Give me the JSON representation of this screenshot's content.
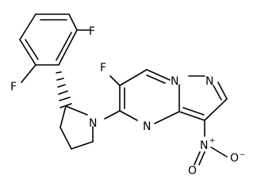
{
  "molecule": {
    "atoms": {
      "f_top": "F",
      "f_left": "F",
      "f_ring": "F",
      "n_pyrrolidine": "N",
      "n_pyrazole": "N",
      "n_bridge": "N",
      "n_pyrimidine": "N",
      "n_nitro": "N",
      "o_nitro_bottom": "O",
      "o_nitro_right": "O",
      "charge_plus": "+",
      "charge_minus": "−"
    },
    "stereo_bond": "hashed-wedge"
  }
}
